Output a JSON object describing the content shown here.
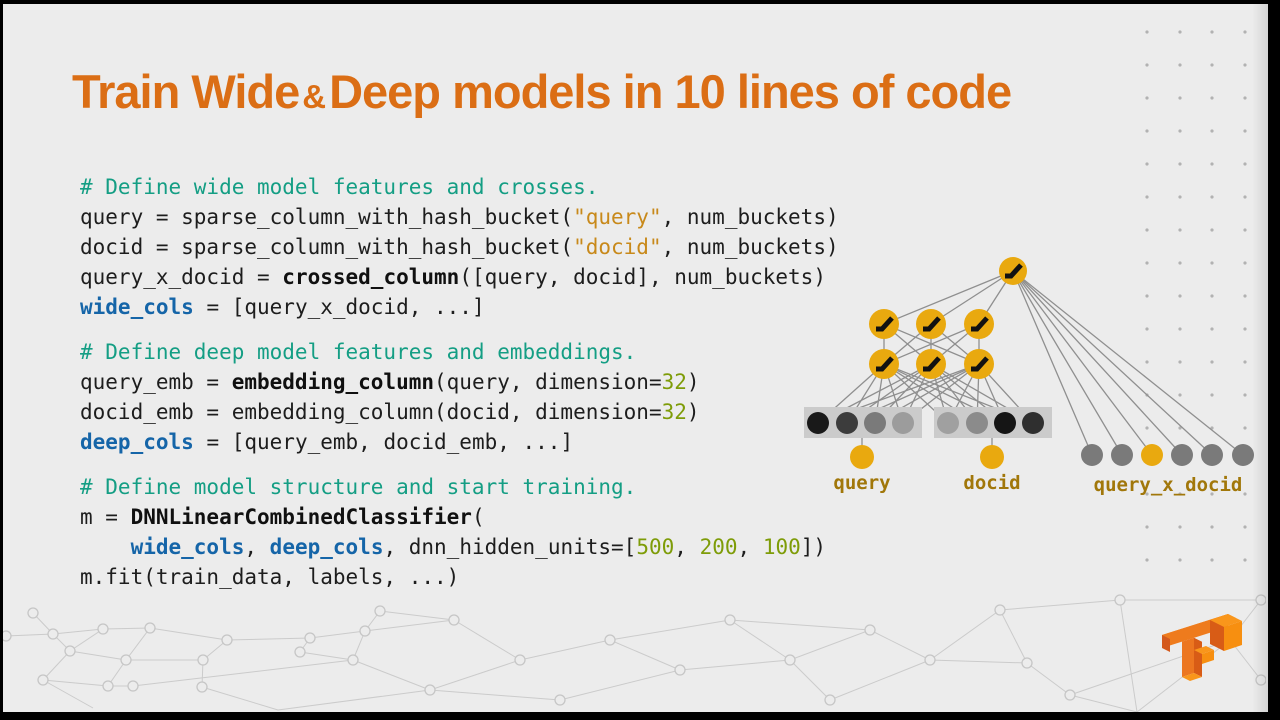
{
  "title": {
    "part1": "Train Wide",
    "amp": "&",
    "part2": "Deep models in 10 lines of code"
  },
  "code": {
    "blocks": [
      [
        [
          [
            "c",
            "# Define wide model features and crosses."
          ]
        ],
        [
          [
            "p",
            "query = sparse_column_with_hash_bucket("
          ],
          [
            "s",
            "\"query\""
          ],
          [
            "p",
            ", num_buckets)"
          ]
        ],
        [
          [
            "p",
            "docid = sparse_column_with_hash_bucket("
          ],
          [
            "s",
            "\"docid\""
          ],
          [
            "p",
            ", num_buckets)"
          ]
        ],
        [
          [
            "p",
            "query_x_docid = "
          ],
          [
            "b",
            "crossed_column"
          ],
          [
            "p",
            "([query, docid], num_buckets)"
          ]
        ],
        [
          [
            "v",
            "wide_cols"
          ],
          [
            "p",
            " = [query_x_docid, ...]"
          ]
        ]
      ],
      [
        [
          [
            "c",
            "# Define deep model features and embeddings."
          ]
        ],
        [
          [
            "p",
            "query_emb = "
          ],
          [
            "b",
            "embedding_column"
          ],
          [
            "p",
            "(query, dimension="
          ],
          [
            "n",
            "32"
          ],
          [
            "p",
            ")"
          ]
        ],
        [
          [
            "p",
            "docid_emb = embedding_column(docid, dimension="
          ],
          [
            "n",
            "32"
          ],
          [
            "p",
            ")"
          ]
        ],
        [
          [
            "v",
            "deep_cols"
          ],
          [
            "p",
            " = [query_emb, docid_emb, ...]"
          ]
        ]
      ],
      [
        [
          [
            "c",
            "# Define model structure and start training."
          ]
        ],
        [
          [
            "p",
            "m = "
          ],
          [
            "b",
            "DNNLinearCombinedClassifier"
          ],
          [
            "p",
            "("
          ]
        ],
        [
          [
            "p",
            "    "
          ],
          [
            "v",
            "wide_cols"
          ],
          [
            "p",
            ", "
          ],
          [
            "v",
            "deep_cols"
          ],
          [
            "p",
            ", dnn_hidden_units=["
          ],
          [
            "n",
            "500"
          ],
          [
            "p",
            ", "
          ],
          [
            "n",
            "200"
          ],
          [
            "p",
            ", "
          ],
          [
            "n",
            "100"
          ],
          [
            "p",
            "])"
          ]
        ],
        [
          [
            "p",
            "m.fit(train_data, labels, ...)"
          ]
        ]
      ]
    ]
  },
  "diagram": {
    "labels": {
      "query": "query",
      "docid": "docid",
      "cross": "query_x_docid"
    },
    "node_yellow": "#E9A90F",
    "line_gray": "#8F8F8F",
    "box_gray": "#CBCBCB",
    "embedding_left_shades": [
      "#191919",
      "#3C3C3C",
      "#7A7A7A",
      "#9C9C9C"
    ],
    "embedding_right_shades": [
      "#A0A0A0",
      "#8B8B8B",
      "#151515",
      "#2F2F2F"
    ],
    "wide_node_colors": [
      "#7A7A7A",
      "#7A7A7A",
      "#E9A90F",
      "#7A7A7A",
      "#7A7A7A",
      "#7A7A7A"
    ]
  },
  "logo": {
    "name": "tensorflow-logo"
  },
  "colors": {
    "background": "#ECECEC",
    "title_orange": "#DB6E15",
    "comment_teal": "#149E84",
    "string_gold": "#C8891A",
    "keyword_blue": "#1565A8",
    "number_olive": "#7E9C08",
    "label_gold": "#A1770A"
  }
}
